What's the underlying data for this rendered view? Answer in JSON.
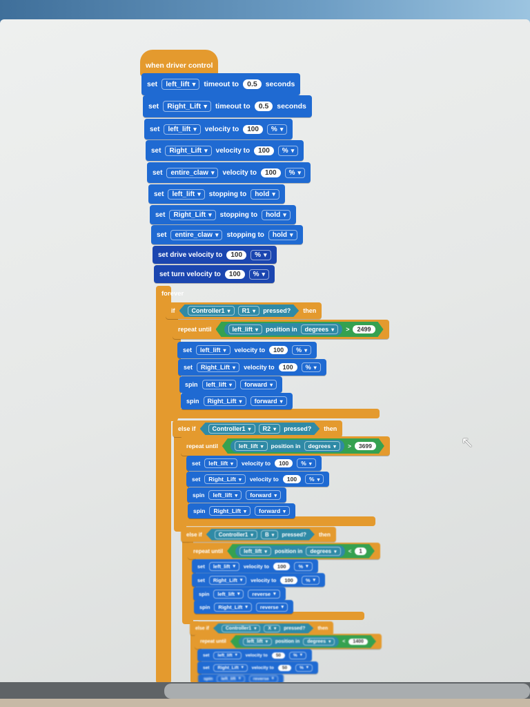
{
  "colors": {
    "control": "#e49a2e",
    "motor": "#1f6ad2",
    "drivetrain": "#1b46b0",
    "sensing": "#2f8aa6",
    "operator": "#35a150"
  },
  "blocks": [
    {
      "kind": "hat",
      "tokens": [
        [
          "t",
          "when driver control"
        ]
      ]
    },
    {
      "kind": "motor",
      "tokens": [
        [
          "t",
          "set"
        ],
        [
          "d",
          "left_lift"
        ],
        [
          "t",
          "timeout to"
        ],
        [
          "n",
          "0.5"
        ],
        [
          "t",
          "seconds"
        ]
      ]
    },
    {
      "kind": "motor",
      "tokens": [
        [
          "t",
          "set"
        ],
        [
          "d",
          "Right_Lift"
        ],
        [
          "t",
          "timeout to"
        ],
        [
          "n",
          "0.5"
        ],
        [
          "t",
          "seconds"
        ]
      ]
    },
    {
      "kind": "motor",
      "tokens": [
        [
          "t",
          "set"
        ],
        [
          "d",
          "left_lift"
        ],
        [
          "t",
          "velocity to"
        ],
        [
          "n",
          "100"
        ],
        [
          "d",
          "%"
        ]
      ]
    },
    {
      "kind": "motor",
      "tokens": [
        [
          "t",
          "set"
        ],
        [
          "d",
          "Right_Lift"
        ],
        [
          "t",
          "velocity to"
        ],
        [
          "n",
          "100"
        ],
        [
          "d",
          "%"
        ]
      ]
    },
    {
      "kind": "motor",
      "tokens": [
        [
          "t",
          "set"
        ],
        [
          "d",
          "entire_claw"
        ],
        [
          "t",
          "velocity to"
        ],
        [
          "n",
          "100"
        ],
        [
          "d",
          "%"
        ]
      ]
    },
    {
      "kind": "motor",
      "tokens": [
        [
          "t",
          "set"
        ],
        [
          "d",
          "left_lift"
        ],
        [
          "t",
          "stopping to"
        ],
        [
          "d",
          "hold"
        ]
      ]
    },
    {
      "kind": "motor",
      "tokens": [
        [
          "t",
          "set"
        ],
        [
          "d",
          "Right_Lift"
        ],
        [
          "t",
          "stopping to"
        ],
        [
          "d",
          "hold"
        ]
      ]
    },
    {
      "kind": "motor",
      "tokens": [
        [
          "t",
          "set"
        ],
        [
          "d",
          "entire_claw"
        ],
        [
          "t",
          "stopping to"
        ],
        [
          "d",
          "hold"
        ]
      ]
    },
    {
      "kind": "drive",
      "tokens": [
        [
          "t",
          "set drive velocity to"
        ],
        [
          "n",
          "100"
        ],
        [
          "d",
          "%"
        ]
      ]
    },
    {
      "kind": "drive",
      "tokens": [
        [
          "t",
          "set turn velocity to"
        ],
        [
          "n",
          "100"
        ],
        [
          "d",
          "%"
        ]
      ]
    },
    {
      "kind": "label",
      "tokens": [
        [
          "t",
          "forever"
        ]
      ]
    },
    {
      "kind": "control",
      "tokens": [
        [
          "t",
          "if"
        ],
        [
          "hex",
          "sense",
          [
            [
              "d",
              "Controller1"
            ],
            [
              "d",
              "R1"
            ],
            [
              "t",
              "pressed?"
            ]
          ]
        ],
        [
          "t",
          "then"
        ]
      ]
    },
    {
      "kind": "control",
      "tokens": [
        [
          "t",
          "repeat until"
        ],
        [
          "hex",
          "op",
          [
            [
              "pill",
              [
                [
                  "d",
                  "left_lift"
                ],
                [
                  "t",
                  "position in"
                ],
                [
                  "d",
                  "degrees"
                ]
              ]
            ],
            [
              "t",
              ">"
            ],
            [
              "n",
              "2499"
            ]
          ]
        ]
      ]
    },
    {
      "kind": "motor",
      "tokens": [
        [
          "t",
          "set"
        ],
        [
          "d",
          "left_lift"
        ],
        [
          "t",
          "velocity to"
        ],
        [
          "n",
          "100"
        ],
        [
          "d",
          "%"
        ]
      ]
    },
    {
      "kind": "motor",
      "tokens": [
        [
          "t",
          "set"
        ],
        [
          "d",
          "Right_Lift"
        ],
        [
          "t",
          "velocity to"
        ],
        [
          "n",
          "100"
        ],
        [
          "d",
          "%"
        ]
      ]
    },
    {
      "kind": "motor",
      "tokens": [
        [
          "t",
          "spin"
        ],
        [
          "d",
          "left_lift"
        ],
        [
          "d",
          "forward"
        ]
      ]
    },
    {
      "kind": "motor",
      "tokens": [
        [
          "t",
          "spin"
        ],
        [
          "d",
          "Right_Lift"
        ],
        [
          "d",
          "forward"
        ]
      ]
    },
    {
      "kind": "control",
      "tokens": [
        [
          "t",
          "else if"
        ],
        [
          "hex",
          "sense",
          [
            [
              "d",
              "Controller1"
            ],
            [
              "d",
              "R2"
            ],
            [
              "t",
              "pressed?"
            ]
          ]
        ],
        [
          "t",
          "then"
        ]
      ]
    },
    {
      "kind": "control",
      "tokens": [
        [
          "t",
          "repeat until"
        ],
        [
          "hex",
          "op",
          [
            [
              "pill",
              [
                [
                  "d",
                  "left_lift"
                ],
                [
                  "t",
                  "position in"
                ],
                [
                  "d",
                  "degrees"
                ]
              ]
            ],
            [
              "t",
              ">"
            ],
            [
              "n",
              "3699"
            ]
          ]
        ]
      ]
    },
    {
      "kind": "motor",
      "tokens": [
        [
          "t",
          "set"
        ],
        [
          "d",
          "left_lift"
        ],
        [
          "t",
          "velocity to"
        ],
        [
          "n",
          "100"
        ],
        [
          "d",
          "%"
        ]
      ]
    },
    {
      "kind": "motor",
      "tokens": [
        [
          "t",
          "set"
        ],
        [
          "d",
          "Right_Lift"
        ],
        [
          "t",
          "velocity to"
        ],
        [
          "n",
          "100"
        ],
        [
          "d",
          "%"
        ]
      ]
    },
    {
      "kind": "motor",
      "tokens": [
        [
          "t",
          "spin"
        ],
        [
          "d",
          "left_lift"
        ],
        [
          "d",
          "forward"
        ]
      ]
    },
    {
      "kind": "motor",
      "tokens": [
        [
          "t",
          "spin"
        ],
        [
          "d",
          "Right_Lift"
        ],
        [
          "d",
          "forward"
        ]
      ]
    },
    {
      "kind": "control",
      "tokens": [
        [
          "t",
          "else if"
        ],
        [
          "hex",
          "sense",
          [
            [
              "d",
              "Controller1"
            ],
            [
              "d",
              "B"
            ],
            [
              "t",
              "pressed?"
            ]
          ]
        ],
        [
          "t",
          "then"
        ]
      ]
    },
    {
      "kind": "control",
      "tokens": [
        [
          "t",
          "repeat until"
        ],
        [
          "hex",
          "op",
          [
            [
              "pill",
              [
                [
                  "d",
                  "left_lift"
                ],
                [
                  "t",
                  "position in"
                ],
                [
                  "d",
                  "degrees"
                ]
              ]
            ],
            [
              "t",
              "<"
            ],
            [
              "n",
              "1"
            ]
          ]
        ]
      ]
    },
    {
      "kind": "motor",
      "tokens": [
        [
          "t",
          "set"
        ],
        [
          "d",
          "left_lift"
        ],
        [
          "t",
          "velocity to"
        ],
        [
          "n",
          "100"
        ],
        [
          "d",
          "%"
        ]
      ]
    },
    {
      "kind": "motor",
      "tokens": [
        [
          "t",
          "set"
        ],
        [
          "d",
          "Right_Lift"
        ],
        [
          "t",
          "velocity to"
        ],
        [
          "n",
          "100"
        ],
        [
          "d",
          "%"
        ]
      ]
    },
    {
      "kind": "motor",
      "tokens": [
        [
          "t",
          "spin"
        ],
        [
          "d",
          "left_lift"
        ],
        [
          "d",
          "reverse"
        ]
      ]
    },
    {
      "kind": "motor",
      "tokens": [
        [
          "t",
          "spin"
        ],
        [
          "d",
          "Right_Lift"
        ],
        [
          "d",
          "reverse"
        ]
      ]
    },
    {
      "kind": "control",
      "tokens": [
        [
          "t",
          "else if"
        ],
        [
          "hex",
          "sense",
          [
            [
              "d",
              "Controller1"
            ],
            [
              "d",
              "X"
            ],
            [
              "t",
              "pressed?"
            ]
          ]
        ],
        [
          "t",
          "then"
        ]
      ]
    },
    {
      "kind": "control",
      "tokens": [
        [
          "t",
          "repeat until"
        ],
        [
          "hex",
          "op",
          [
            [
              "pill",
              [
                [
                  "d",
                  "left_lift"
                ],
                [
                  "t",
                  "position in"
                ],
                [
                  "d",
                  "degrees"
                ]
              ]
            ],
            [
              "t",
              "<"
            ],
            [
              "n",
              "1400"
            ]
          ]
        ]
      ]
    },
    {
      "kind": "motor",
      "tokens": [
        [
          "t",
          "set"
        ],
        [
          "d",
          "left_lift"
        ],
        [
          "t",
          "velocity to"
        ],
        [
          "n",
          "50"
        ],
        [
          "d",
          "%"
        ]
      ]
    },
    {
      "kind": "motor",
      "tokens": [
        [
          "t",
          "set"
        ],
        [
          "d",
          "Right_Lift"
        ],
        [
          "t",
          "velocity to"
        ],
        [
          "n",
          "50"
        ],
        [
          "d",
          "%"
        ]
      ]
    },
    {
      "kind": "motor",
      "tokens": [
        [
          "t",
          "spin"
        ],
        [
          "d",
          "left_lift"
        ],
        [
          "d",
          "reverse"
        ]
      ]
    }
  ]
}
